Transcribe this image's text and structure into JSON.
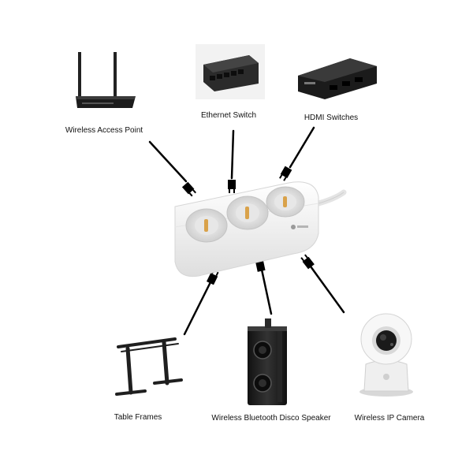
{
  "labels": {
    "wireless_access_point": "Wireless Access Point",
    "ethernet_switch": "Ethernet Switch",
    "hdmi_switches": "HDMI Switches",
    "table_frames": "Table Frames",
    "bluetooth_speaker": "Wireless Bluetooth Disco Speaker",
    "ip_camera": "Wireless IP Camera"
  },
  "icons": {
    "wireless_access_point": "router-icon",
    "ethernet_switch": "network-switch-icon",
    "hdmi_switches": "hdmi-switch-icon",
    "power_strip": "power-strip-icon",
    "table_frames": "desk-frame-icon",
    "bluetooth_speaker": "speaker-icon",
    "ip_camera": "security-camera-icon",
    "plug": "plug-icon"
  },
  "colors": {
    "line": "#000000",
    "device_dark": "#1e1e1e",
    "strip_body": "#f2f2f2",
    "socket_insert": "#d9a24a"
  }
}
